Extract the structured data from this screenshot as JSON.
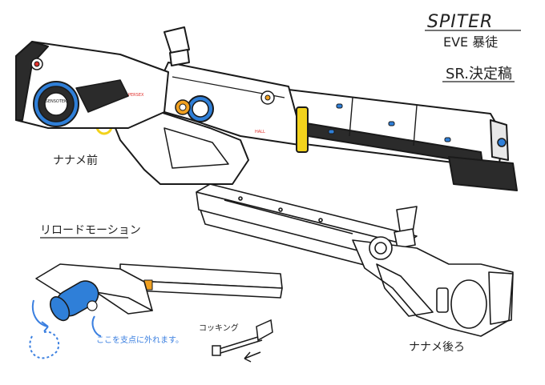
{
  "header": {
    "logo_text": "SPITER",
    "subtitle": "EVE 暴徒",
    "version": "SR.決定稿"
  },
  "labels": {
    "front_view": "ナナメ前",
    "reload_motion": "リロードモーション",
    "cocking": "コッキング",
    "detach_note": "ここを支点に外れます。",
    "rear_view": "ナナメ後ろ"
  },
  "decals": {
    "stock_badge": "SENSOTEK",
    "red_mark_1": "PERSEX",
    "red_mark_2": "HALL"
  },
  "colors": {
    "body": "#ffffff",
    "outline": "#1a1a1a",
    "dark_panel": "#2b2b2b",
    "accent_blue": "#2f7fd8",
    "accent_orange": "#f0a020",
    "accent_yellow": "#f2d21c",
    "accent_red": "#e0302c",
    "annotation_blue": "#3a7fe0"
  }
}
